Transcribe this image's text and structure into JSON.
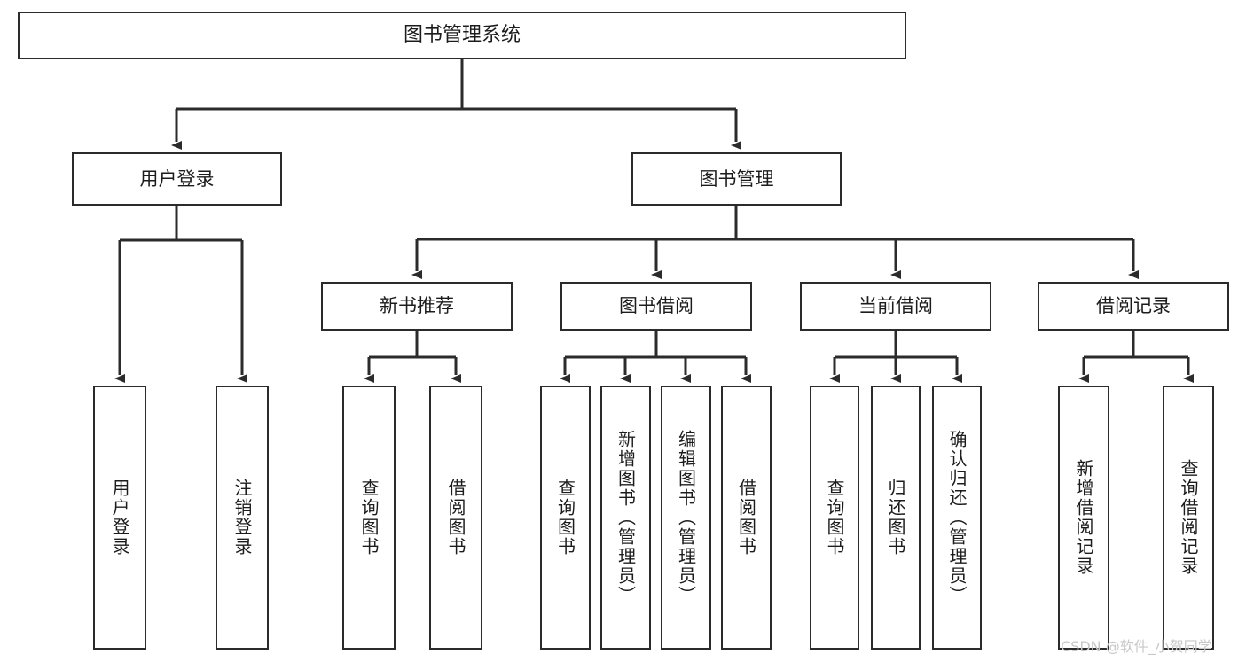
{
  "diagram": {
    "title": "图书管理系统",
    "root": {
      "label": "图书管理系统"
    },
    "level2": [
      {
        "label": "用户登录"
      },
      {
        "label": "图书管理"
      }
    ],
    "level3": [
      {
        "label": "新书推荐"
      },
      {
        "label": "图书借阅"
      },
      {
        "label": "当前借阅"
      },
      {
        "label": "借阅记录"
      }
    ],
    "leaves": {
      "user_login": [
        {
          "label": "用户登录"
        },
        {
          "label": "注销登录"
        }
      ],
      "new_book_recommend": [
        {
          "label": "查询图书"
        },
        {
          "label": "借阅图书"
        }
      ],
      "book_borrow": [
        {
          "label": "查询图书"
        },
        {
          "label": "新增图书（管理员）"
        },
        {
          "label": "编辑图书（管理员）"
        },
        {
          "label": "借阅图书"
        }
      ],
      "current_borrow": [
        {
          "label": "查询图书"
        },
        {
          "label": "归还图书"
        },
        {
          "label": "确认归还（管理员）"
        }
      ],
      "borrow_records": [
        {
          "label": "新增借阅记录"
        },
        {
          "label": "查询借阅记录"
        }
      ]
    }
  },
  "watermark": {
    "text": "CSDN @软件_小贺同学",
    "color": "#c8c8c8"
  },
  "style": {
    "border_color": "#2b2b2b",
    "background": "#ffffff",
    "text_color": "#1c1c1c"
  }
}
